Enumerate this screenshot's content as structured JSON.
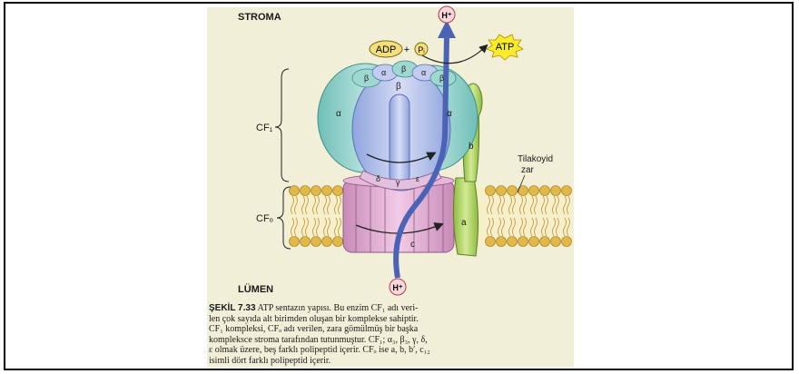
{
  "labels": {
    "stroma": "STROMA",
    "lumen": "LÜMEN",
    "h_top": "H⁺",
    "h_bottom": "H⁺",
    "adp": "ADP",
    "plus": "+",
    "pi": "Pᵢ",
    "atp": "ATP",
    "cf1": "CF₁",
    "cfo": "CFₒ",
    "tilakoyid": "Tilakoyid",
    "zar": "zar",
    "alpha": "α",
    "beta": "β",
    "gamma": "γ",
    "delta": "δ",
    "epsilon": "ε",
    "sub_a": "a",
    "sub_b": "b",
    "sub_c": "c"
  },
  "caption": {
    "figure_no": "ŞEKİL 7.33",
    "lines": [
      "ATP sentazın yapısı. Bu enzim CF₁ adı veri-",
      "len çok sayıda alt birimden oluşan bir komplekse sahiptir.",
      "CF₁ kompleksi, CFₒ adı verilen, zara gömülmüş bir başka",
      "kompleksce stroma tarafından tutunmuştur. CF₁; α₃, β₃, γ, δ,",
      "ε olmak üzere, beş farklı polipeptid içerir. CFₒ ise a, b, b′, c₁₂",
      "isimli dört farklı polipeptid içerir."
    ]
  },
  "colors": {
    "page_bg": "#f2efd8",
    "alpha_teal": "#8fcfc9",
    "beta_blue": "#b9c6ec",
    "gamma": "#c9d2ee",
    "c_ring": "#d9a8cd",
    "green": "#a9cf5c",
    "lipid_head": "#e3b84a",
    "arrow": "#4a63b4",
    "atp_burst": "#f7ec2b"
  }
}
